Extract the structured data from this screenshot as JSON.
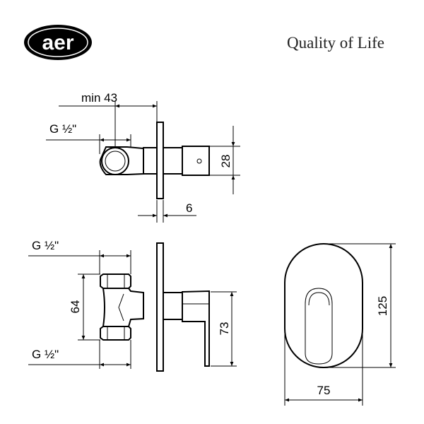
{
  "brand": {
    "logo_text": "aer",
    "tagline": "Quality of Life"
  },
  "side_view_top": {
    "min_label": "min 43",
    "thread_label": "G ½\"",
    "height_label": "28",
    "plate_label": "6"
  },
  "side_view_bottom": {
    "thread_top_label": "G ½\"",
    "thread_bottom_label": "G ½\"",
    "spacing_label": "64",
    "handle_label": "73"
  },
  "front_view": {
    "height_label": "125",
    "width_label": "75"
  }
}
